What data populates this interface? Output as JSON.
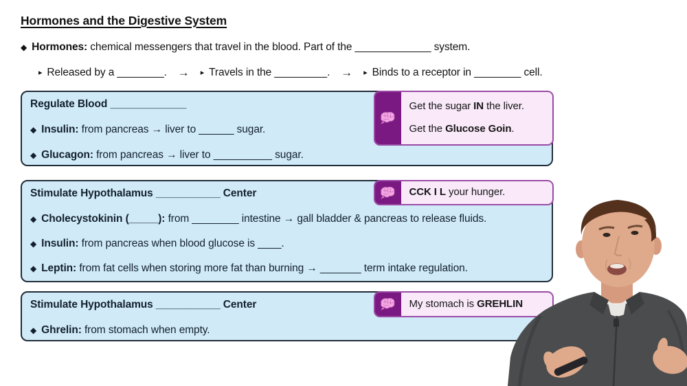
{
  "title": "Hormones and the Digestive System",
  "intro": {
    "marker": "◆",
    "lead": "Hormones:",
    "rest": " chemical messengers that travel in the blood. Part of the _____________ system.",
    "arrow": "→",
    "steps": [
      {
        "marker": "▸",
        "text": "Released by a ________."
      },
      {
        "marker": "▸",
        "text": "Travels in the _________."
      },
      {
        "marker": "▸",
        "text": "Binds to a receptor in ________ cell."
      }
    ]
  },
  "box1": {
    "header": "Regulate Blood _____________",
    "bullets": [
      {
        "marker": "◆",
        "lead": "Insulin:",
        "rest": " from pancreas → liver to ______ sugar."
      },
      {
        "marker": "◆",
        "lead": "Glucagon:",
        "rest": " from pancreas → liver to __________ sugar."
      }
    ],
    "callout": {
      "icon": "brain-icon",
      "lines": [
        {
          "pre": "Get the sugar ",
          "bold": "IN",
          "post": " the liver."
        },
        {
          "pre": "Get the ",
          "bold": "Glucose Goin",
          "post": "."
        }
      ]
    }
  },
  "box2": {
    "header": "Stimulate Hypothalamus ___________ Center",
    "bullets": [
      {
        "marker": "◆",
        "lead": "Cholecystokinin (_____):",
        "rest": " from ________ intestine → gall bladder & pancreas to release fluids."
      },
      {
        "marker": "◆",
        "lead": "Insulin:",
        "rest": " from pancreas when blood glucose is ____."
      },
      {
        "marker": "◆",
        "lead": "Leptin:",
        "rest": " from fat cells when storing more fat than burning → _______ term intake regulation."
      }
    ],
    "callout": {
      "icon": "brain-icon",
      "lines": [
        {
          "pre": "",
          "bold": "CCK I L",
          "post": " your hunger."
        }
      ]
    }
  },
  "box3": {
    "header": "Stimulate Hypothalamus ___________ Center",
    "bullets": [
      {
        "marker": "◆",
        "lead": "Ghrelin:",
        "rest": " from stomach when empty."
      }
    ],
    "callout": {
      "icon": "brain-icon",
      "lines": [
        {
          "pre": "My stomach is ",
          "bold": "GREHLIN",
          "post": ""
        }
      ]
    }
  },
  "colors": {
    "box_fill": "#d0eaf8",
    "box_border": "#202c38",
    "callout_fill": "#f9e9f9",
    "callout_border": "#9a4aa5",
    "brain_block": "#7a1981",
    "brain_icon_pink": "#f3a8e2"
  }
}
